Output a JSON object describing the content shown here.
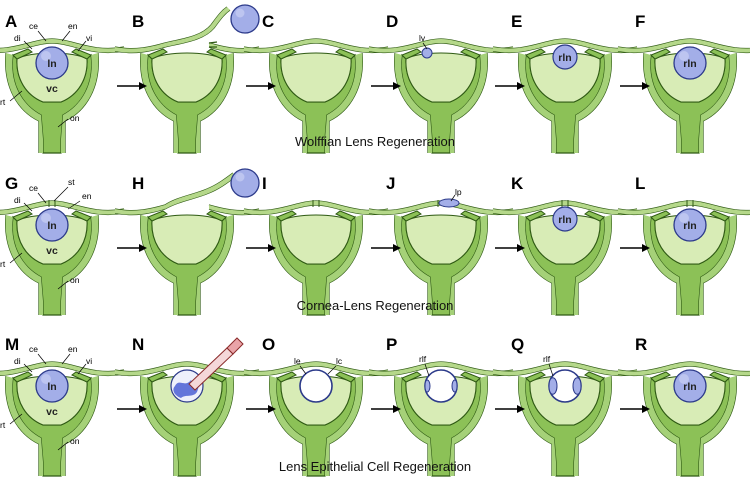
{
  "figure": {
    "rows": [
      {
        "caption": "Wolffian Lens Regeneration",
        "panels": [
          {
            "letter": "A",
            "variant": "full-annotated",
            "annotations": {
              "di": "di",
              "ce": "ce",
              "en": "en",
              "vi": "vi",
              "ln": "ln",
              "vc": "vc",
              "rt": "rt",
              "on": "on"
            }
          },
          {
            "letter": "B",
            "variant": "lens-removed-dorsal"
          },
          {
            "letter": "C",
            "variant": "healed-empty"
          },
          {
            "letter": "D",
            "variant": "lens-vesicle",
            "annotations": {
              "lv": "lv"
            }
          },
          {
            "letter": "E",
            "variant": "growing-lens",
            "lens_label": "rln"
          },
          {
            "letter": "F",
            "variant": "full-regenerated",
            "lens_label": "rln"
          }
        ]
      },
      {
        "caption": "Cornea-Lens Regeneration",
        "panels": [
          {
            "letter": "G",
            "variant": "full-annotated",
            "annotations": {
              "di": "di",
              "ce": "ce",
              "st": "st",
              "en": "en",
              "ln": "ln",
              "vc": "vc",
              "rt": "rt",
              "on": "on"
            }
          },
          {
            "letter": "H",
            "variant": "lens-removed-cornea"
          },
          {
            "letter": "I",
            "variant": "healed-empty"
          },
          {
            "letter": "J",
            "variant": "lens-placode",
            "annotations": {
              "lp": "lp"
            }
          },
          {
            "letter": "K",
            "variant": "growing-lens",
            "lens_label": "rln"
          },
          {
            "letter": "L",
            "variant": "full-regenerated",
            "lens_label": "rln"
          }
        ]
      },
      {
        "caption": "Lens Epithelial Cell Regeneration",
        "panels": [
          {
            "letter": "M",
            "variant": "full-annotated",
            "annotations": {
              "di": "di",
              "ce": "ce",
              "en": "en",
              "vi": "vi",
              "ln": "ln",
              "vc": "vc",
              "rt": "rt",
              "on": "on"
            }
          },
          {
            "letter": "N",
            "variant": "lens-extraction"
          },
          {
            "letter": "O",
            "variant": "lens-capsule",
            "annotations": {
              "le": "le",
              "lc": "lc"
            }
          },
          {
            "letter": "P",
            "variant": "regenerating-fibers",
            "annotations": {
              "rlf": "rlf"
            }
          },
          {
            "letter": "Q",
            "variant": "regenerating-fibers-large",
            "annotations": {
              "rlf": "rlf"
            }
          },
          {
            "letter": "R",
            "variant": "full-regenerated",
            "lens_label": "rln"
          }
        ]
      }
    ]
  },
  "colors": {
    "retina_fill": "#8cc157",
    "retina_stroke": "#2f5a14",
    "vitreous_fill": "#d8ecb6",
    "lens_fill": "#a3aee8",
    "lens_stroke": "#2c3a8a",
    "lens_spot": "#4a5fd4",
    "cornea_fill": "#b5d88a",
    "pipette_tip": "#e9a4a8",
    "pipette_stroke": "#8a2a2a"
  }
}
